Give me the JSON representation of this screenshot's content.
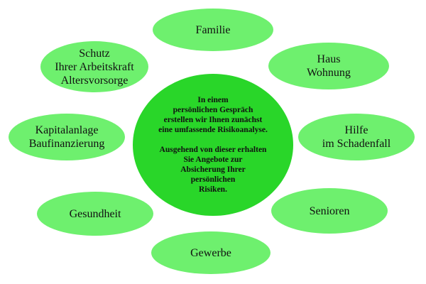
{
  "colors": {
    "ellipse_fill": "#6ef06e",
    "center_fill": "#29d629",
    "text": "#111111"
  },
  "center": {
    "paragraph_1": "In einem\npersönlichen Gespräch\nerstellen wir Ihnen zunächst\neine umfassende Risikoanalyse.",
    "paragraph_2": "Ausgehend von dieser erhalten\nSie Angebote zur\nAbsicherung Ihrer\npersönlichen\nRisiken."
  },
  "nodes": {
    "familie": "Familie",
    "haus": "Haus\nWohnung",
    "hilfe": "Hilfe\nim Schadenfall",
    "senioren": "Senioren",
    "gewerbe": "Gewerbe",
    "gesundheit": "Gesundheit",
    "kapital": "Kapitalanlage\nBaufinanzierung",
    "schutz": "Schutz\nIhrer Arbeitskraft\nAltersvorsorge"
  }
}
